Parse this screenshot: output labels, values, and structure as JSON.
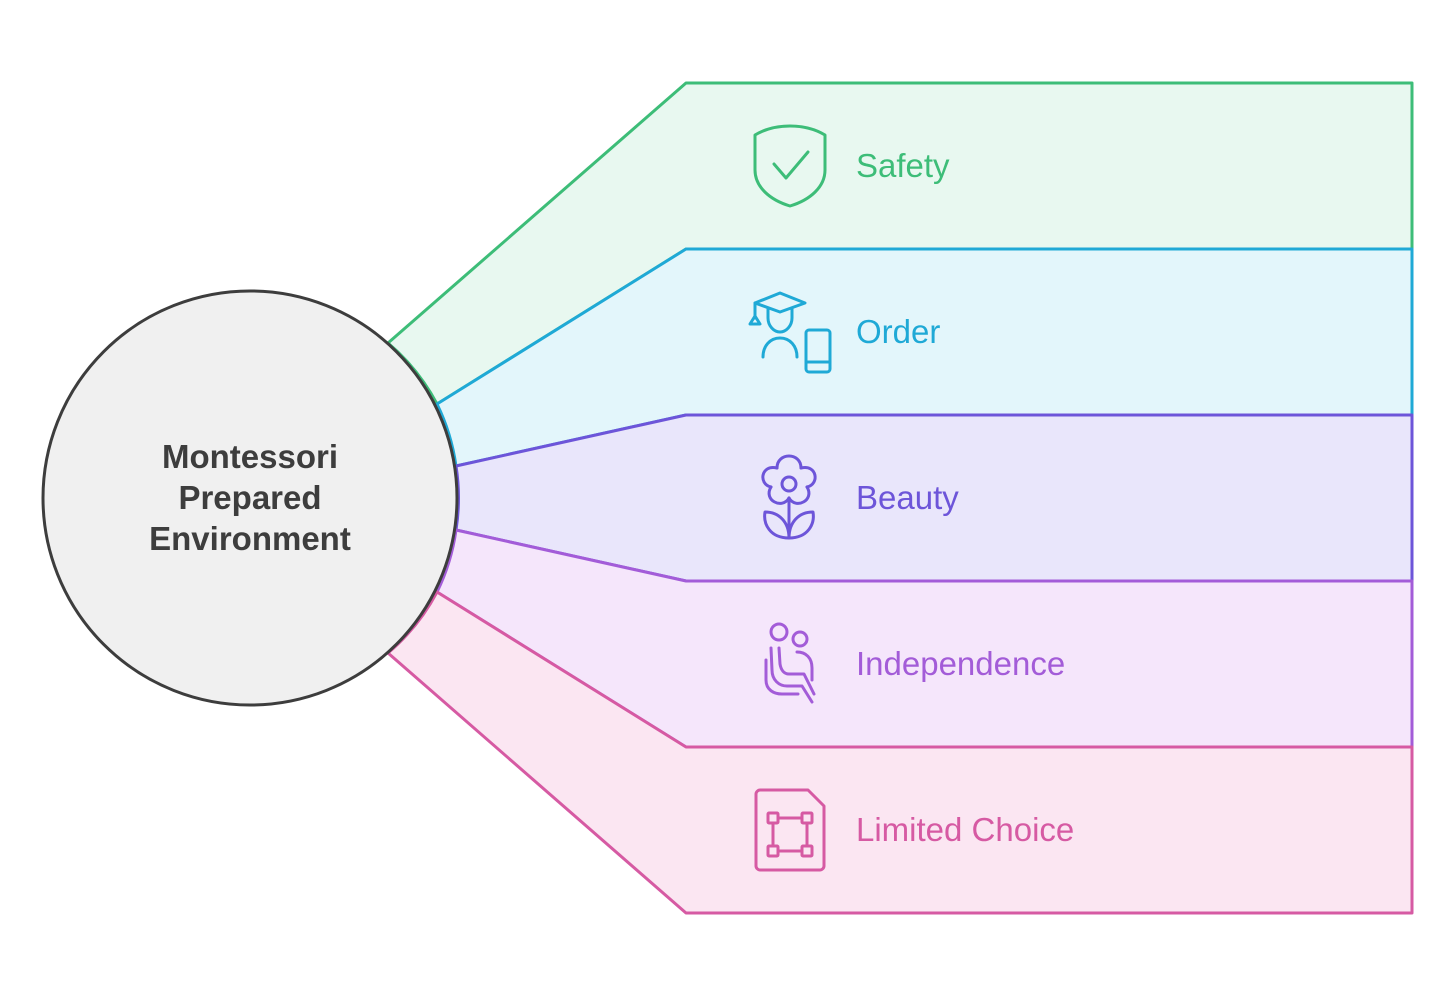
{
  "center": {
    "lines": [
      "Montessori",
      "Prepared",
      "Environment"
    ]
  },
  "branches": [
    {
      "label": "Safety",
      "icon": "shield-check-icon",
      "stroke": "#3dbd78",
      "fill": "#e8f8f0",
      "text": "#3dbd78"
    },
    {
      "label": "Order",
      "icon": "graduate-device-icon",
      "stroke": "#1fa9d6",
      "fill": "#e3f6fb",
      "text": "#1fa9d6"
    },
    {
      "label": "Beauty",
      "icon": "flower-icon",
      "stroke": "#6d55d9",
      "fill": "#e9e6fb",
      "text": "#6d55d9"
    },
    {
      "label": "Independence",
      "icon": "people-seated-icon",
      "stroke": "#a35cd8",
      "fill": "#f5e6fb",
      "text": "#a35cd8"
    },
    {
      "label": "Limited Choice",
      "icon": "file-frame-icon",
      "stroke": "#d65aa3",
      "fill": "#fbe6f2",
      "text": "#d65aa3"
    }
  ]
}
